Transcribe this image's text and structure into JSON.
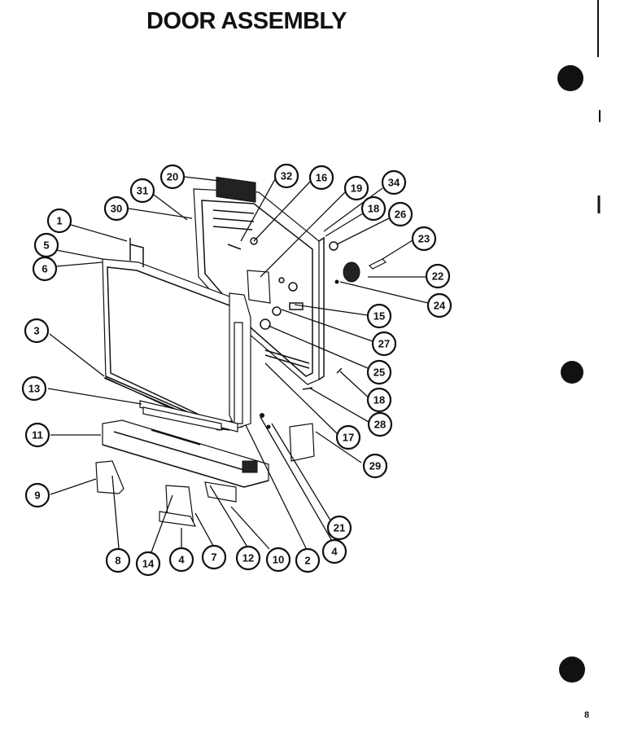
{
  "title": "DOOR ASSEMBLY",
  "page_number": "8",
  "callouts": [
    {
      "id": "c20",
      "label": "20"
    },
    {
      "id": "c32",
      "label": "32"
    },
    {
      "id": "c16",
      "label": "16"
    },
    {
      "id": "c19",
      "label": "19"
    },
    {
      "id": "c34",
      "label": "34"
    },
    {
      "id": "c31",
      "label": "31"
    },
    {
      "id": "c30",
      "label": "30"
    },
    {
      "id": "c18a",
      "label": "18"
    },
    {
      "id": "c26a",
      "label": "26"
    },
    {
      "id": "c1",
      "label": "1"
    },
    {
      "id": "c23",
      "label": "23"
    },
    {
      "id": "c5",
      "label": "5"
    },
    {
      "id": "c6",
      "label": "6"
    },
    {
      "id": "c22",
      "label": "22"
    },
    {
      "id": "c24",
      "label": "24"
    },
    {
      "id": "c15",
      "label": "15"
    },
    {
      "id": "c3",
      "label": "3"
    },
    {
      "id": "c27",
      "label": "27"
    },
    {
      "id": "c25",
      "label": "25"
    },
    {
      "id": "c13",
      "label": "13"
    },
    {
      "id": "c18b",
      "label": "18"
    },
    {
      "id": "c26b",
      "label": "28"
    },
    {
      "id": "c11",
      "label": "11"
    },
    {
      "id": "c17",
      "label": "17"
    },
    {
      "id": "c29",
      "label": "29"
    },
    {
      "id": "c9",
      "label": "9"
    },
    {
      "id": "c21",
      "label": "21"
    },
    {
      "id": "c8",
      "label": "8"
    },
    {
      "id": "c14",
      "label": "14"
    },
    {
      "id": "c4a",
      "label": "4"
    },
    {
      "id": "c7",
      "label": "7"
    },
    {
      "id": "c12",
      "label": "12"
    },
    {
      "id": "c10",
      "label": "10"
    },
    {
      "id": "c2",
      "label": "2"
    },
    {
      "id": "c4b",
      "label": "4"
    }
  ]
}
